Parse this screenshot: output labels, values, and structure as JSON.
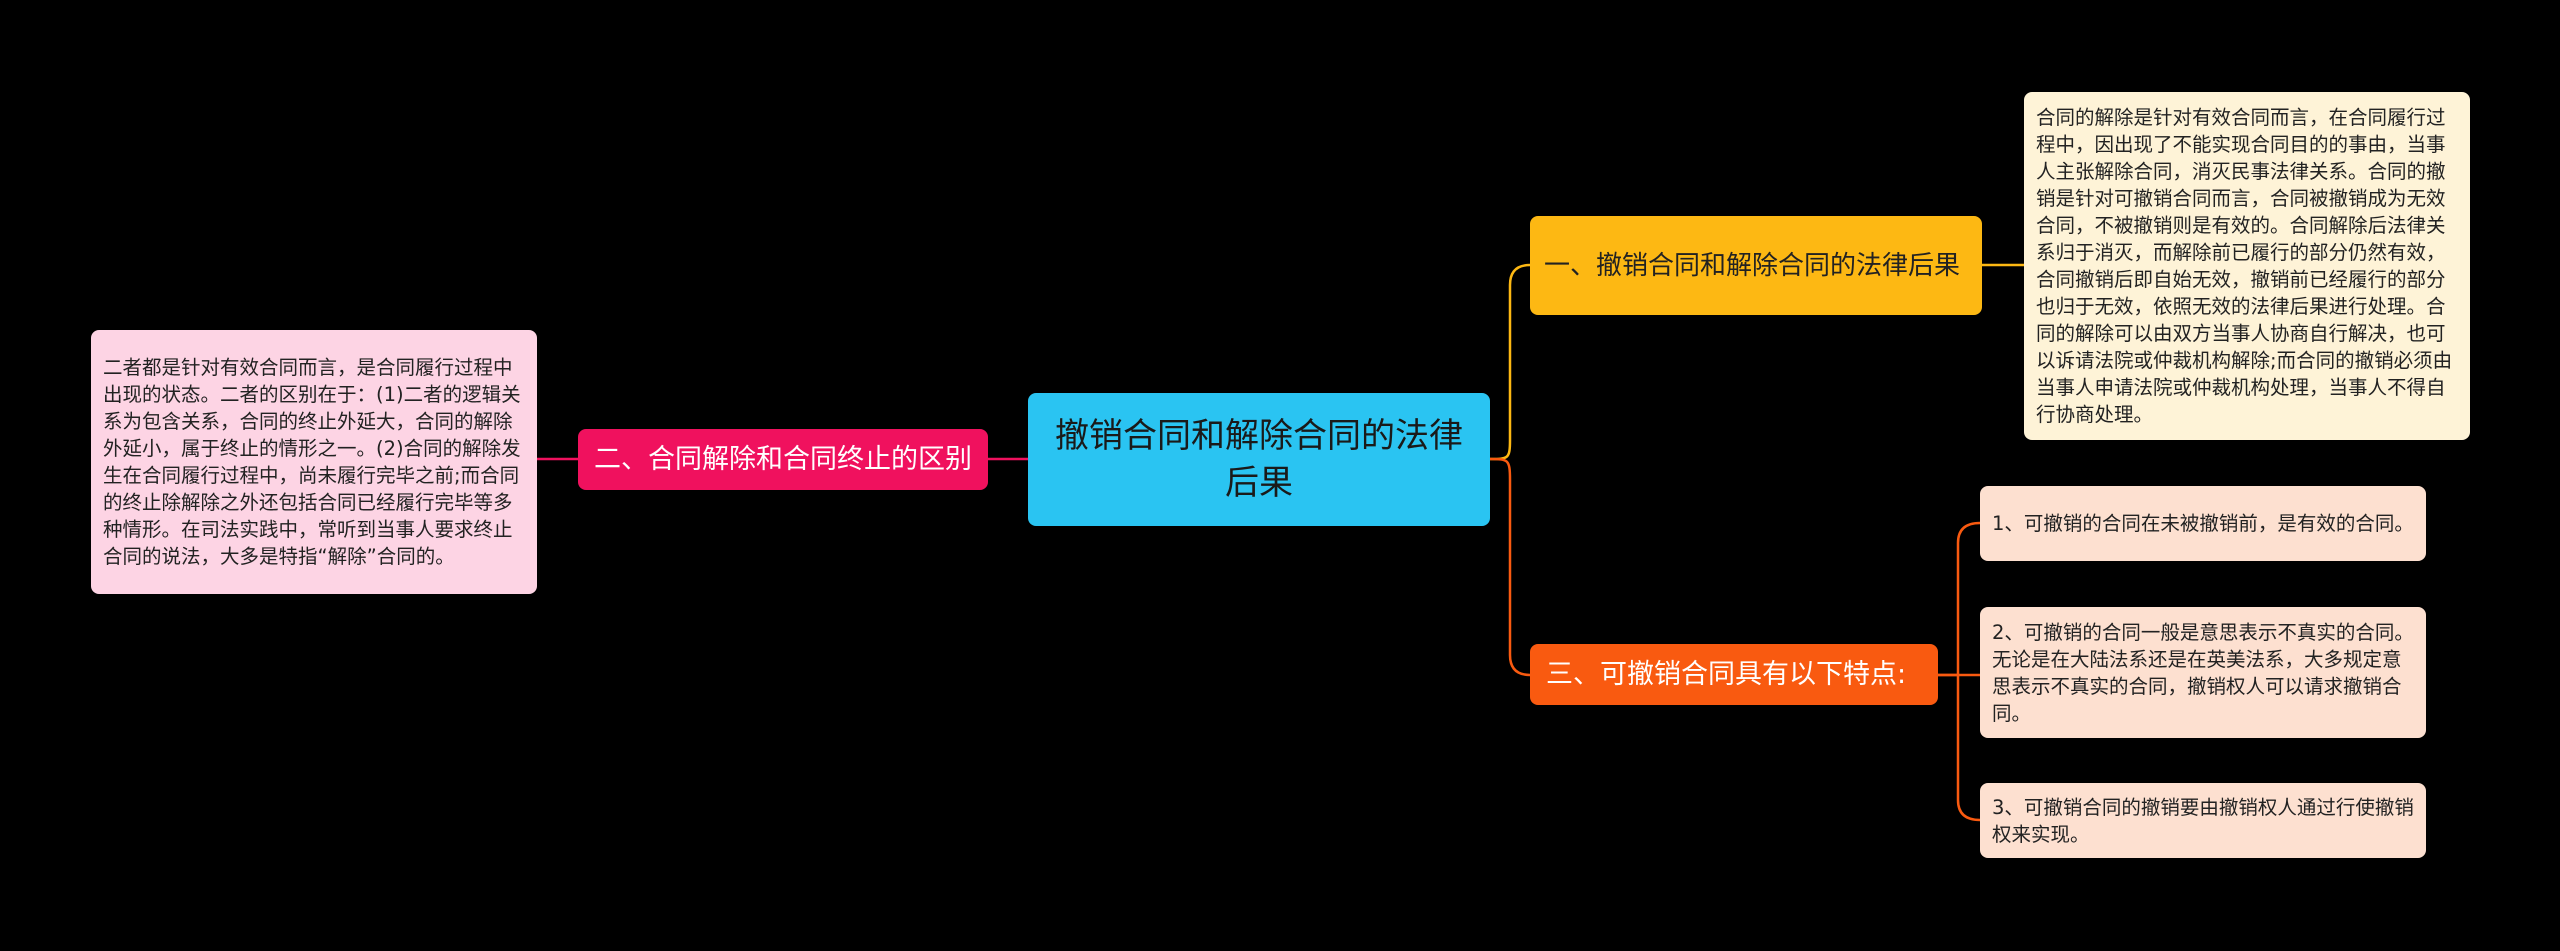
{
  "root": {
    "label": "撤销合同和解除合同的法律后果"
  },
  "branches": [
    {
      "label": "一、撤销合同和解除合同的法律后果",
      "color": "#fdb813",
      "children": [
        "合同的解除是针对有效合同而言，在合同履行过程中，因出现了不能实现合同目的的事由，当事人主张解除合同，消灭民事法律关系。合同的撤销是针对可撤销合同而言，合同被撤销成为无效合同，不被撤销则是有效的。合同解除后法律关系归于消灭，而解除前已履行的部分仍然有效，合同撤销后即自始无效，撤销前已经履行的部分也归于无效，依照无效的法律后果进行处理。合同的解除可以由双方当事人协商自行解决，也可以诉请法院或仲裁机构解除;而合同的撤销必须由当事人申请法院或仲裁机构处理，当事人不得自行协商处理。"
      ]
    },
    {
      "label": "二、合同解除和合同终止的区别",
      "color": "#f0115e",
      "children": [
        "二者都是针对有效合同而言，是合同履行过程中出现的状态。二者的区别在于：(1)二者的逻辑关系为包含关系，合同的终止外延大，合同的解除外延小，属于终止的情形之一。(2)合同的解除发生在合同履行过程中，尚未履行完毕之前;而合同的终止除解除之外还包括合同已经履行完毕等多种情形。在司法实践中，常听到当事人要求终止合同的说法，大多是特指“解除”合同的。"
      ]
    },
    {
      "label": "三、可撤销合同具有以下特点:",
      "color": "#f95a10",
      "children": [
        "1、可撤销的合同在未被撤销前，是有效的合同。",
        "2、可撤销的合同一般是意思表示不真实的合同。无论是在大陆法系还是在英美法系，大多规定意思表示不真实的合同，撤销权人可以请求撤销合同。",
        "3、可撤销合同的撤销要由撤销权人通过行使撤销权来实现。"
      ]
    }
  ]
}
